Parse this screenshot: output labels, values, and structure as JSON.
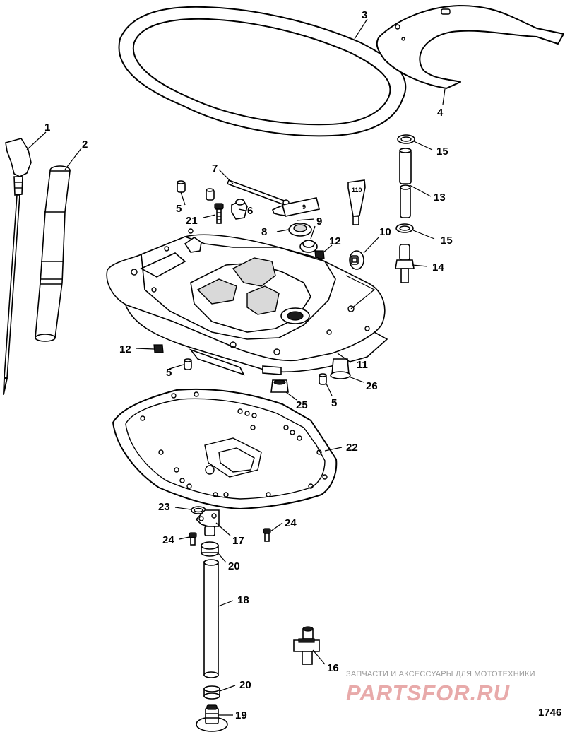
{
  "diagram": {
    "figure_number": "1746",
    "watermark": {
      "caption": "ЗАПЧАСТИ И АКСЕССУАРЫ ДЛЯ МОТОТЕХНИКИ",
      "logo": "PARTSFOR.RU"
    },
    "tube_labels": {
      "sealant": "9",
      "lubricant": "110"
    },
    "callouts": {
      "c1": "1",
      "c2": "2",
      "c3": "3",
      "c4": "4",
      "c5a": "5",
      "c5b": "5",
      "c5c": "5",
      "c6": "6",
      "c7": "7",
      "c8": "8",
      "c9": "9",
      "c10": "10",
      "c11": "11",
      "c12a": "12",
      "c12b": "12",
      "c13": "13",
      "c14": "14",
      "c15a": "15",
      "c15b": "15",
      "c16": "16",
      "c17": "17",
      "c18": "18",
      "c19": "19",
      "c20a": "20",
      "c20b": "20",
      "c21": "21",
      "c22": "22",
      "c23": "23",
      "c24a": "24",
      "c24b": "24",
      "c25": "25",
      "c26": "26"
    }
  }
}
